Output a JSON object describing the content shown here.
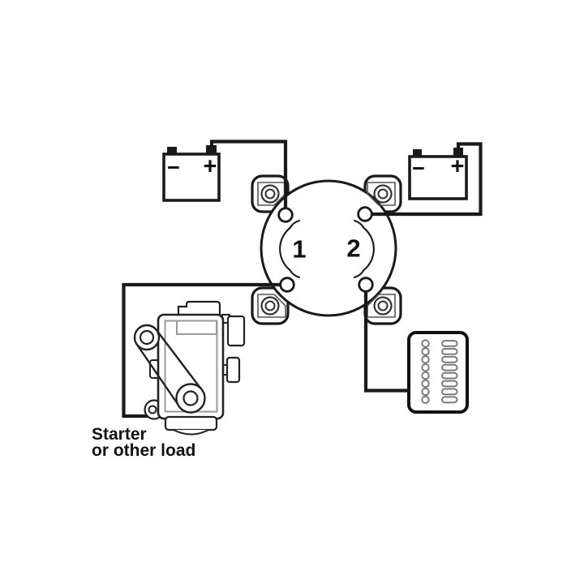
{
  "diagram": {
    "switch": {
      "position_1": "1",
      "position_2": "2"
    },
    "battery_left": {
      "negative": "−",
      "positive": "+"
    },
    "battery_right": {
      "negative": "−",
      "positive": "+"
    },
    "load_caption": {
      "line1": "Starter",
      "line2": "or other load"
    },
    "colors": {
      "line": "#1a1a1a",
      "engine_line": "#222222",
      "detail_gray": "#9a9a9a",
      "panel_detail": "#7a7a7a",
      "background": "#ffffff"
    },
    "components": [
      "battery-left",
      "battery-right",
      "battery-selector-switch",
      "starter-or-other-load",
      "fuse-panel"
    ]
  }
}
